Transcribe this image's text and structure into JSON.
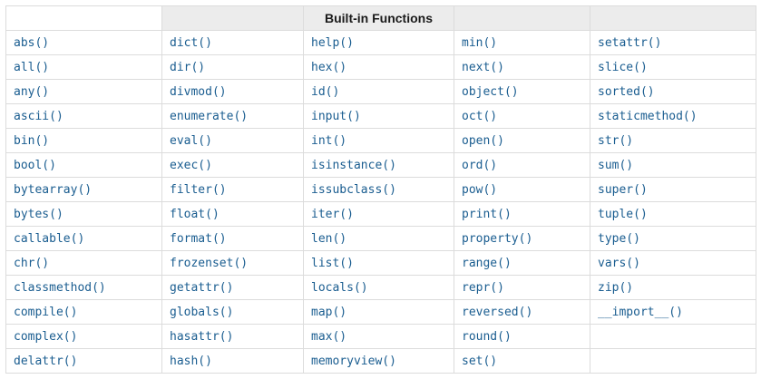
{
  "table": {
    "title": "Built-in Functions",
    "columns": [
      [
        "abs()",
        "all()",
        "any()",
        "ascii()",
        "bin()",
        "bool()",
        "bytearray()",
        "bytes()",
        "callable()",
        "chr()",
        "classmethod()",
        "compile()",
        "complex()",
        "delattr()"
      ],
      [
        "dict()",
        "dir()",
        "divmod()",
        "enumerate()",
        "eval()",
        "exec()",
        "filter()",
        "float()",
        "format()",
        "frozenset()",
        "getattr()",
        "globals()",
        "hasattr()",
        "hash()"
      ],
      [
        "help()",
        "hex()",
        "id()",
        "input()",
        "int()",
        "isinstance()",
        "issubclass()",
        "iter()",
        "len()",
        "list()",
        "locals()",
        "map()",
        "max()",
        "memoryview()"
      ],
      [
        "min()",
        "next()",
        "object()",
        "oct()",
        "open()",
        "ord()",
        "pow()",
        "print()",
        "property()",
        "range()",
        "repr()",
        "reversed()",
        "round()",
        "set()"
      ],
      [
        "setattr()",
        "slice()",
        "sorted()",
        "staticmethod()",
        "str()",
        "sum()",
        "super()",
        "tuple()",
        "type()",
        "vars()",
        "zip()",
        "__import__()",
        "",
        ""
      ]
    ]
  },
  "colors": {
    "link": "#1a5d90",
    "header_bg": "#ececec",
    "border": "#dcdcdc"
  }
}
